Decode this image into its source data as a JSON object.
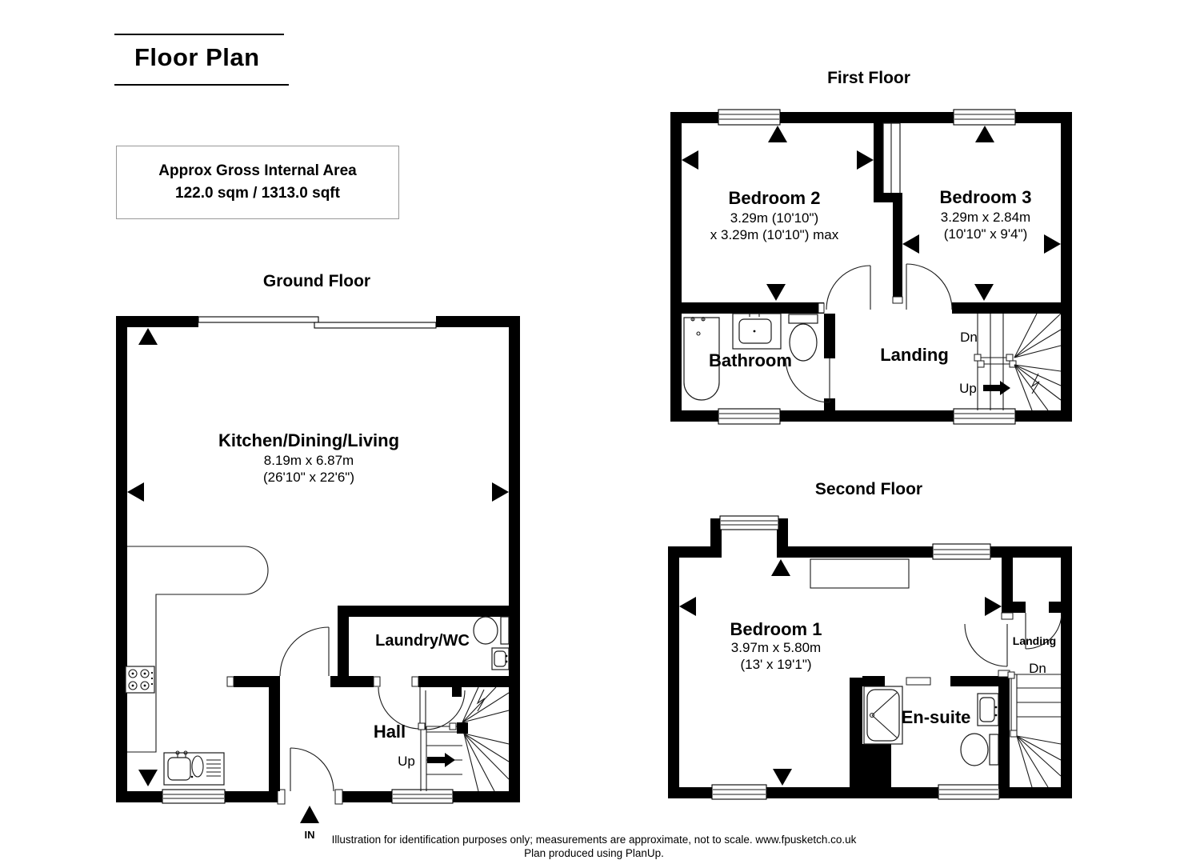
{
  "header": {
    "title": "Floor Plan"
  },
  "area_box": {
    "line1": "Approx Gross Internal Area",
    "line2": "122.0 sqm / 1313.0 sqft"
  },
  "floors": {
    "ground": {
      "title": "Ground Floor",
      "rooms": {
        "kitchen": {
          "name": "Kitchen/Dining/Living",
          "dims_metric": "8.19m x 6.87m",
          "dims_imperial": "(26'10\" x 22'6\")"
        },
        "laundry": {
          "name": "Laundry/WC"
        },
        "hall": {
          "name": "Hall"
        }
      },
      "labels": {
        "up": "Up",
        "in": "IN"
      }
    },
    "first": {
      "title": "First Floor",
      "rooms": {
        "bedroom2": {
          "name": "Bedroom 2",
          "dims_metric": "3.29m (10'10\")",
          "dims_imperial": "x 3.29m (10'10\") max"
        },
        "bedroom3": {
          "name": "Bedroom 3",
          "dims_metric": "3.29m x 2.84m",
          "dims_imperial": "(10'10\" x 9'4\")"
        },
        "bathroom": {
          "name": "Bathroom"
        },
        "landing": {
          "name": "Landing"
        }
      },
      "labels": {
        "dn": "Dn",
        "up": "Up"
      }
    },
    "second": {
      "title": "Second Floor",
      "rooms": {
        "bedroom1": {
          "name": "Bedroom 1",
          "dims_metric": "3.97m x 5.80m",
          "dims_imperial": "(13' x 19'1\")"
        },
        "ensuite": {
          "name": "En-suite"
        },
        "landing": {
          "name": "Landing"
        }
      },
      "labels": {
        "dn": "Dn"
      }
    }
  },
  "footer": {
    "line1": "Illustration for identification purposes only; measurements are approximate, not to scale. www.fpusketch.co.uk",
    "line2": "Plan produced using PlanUp."
  },
  "colors": {
    "wall": "#000000",
    "background": "#ffffff",
    "box_border": "#999999"
  }
}
